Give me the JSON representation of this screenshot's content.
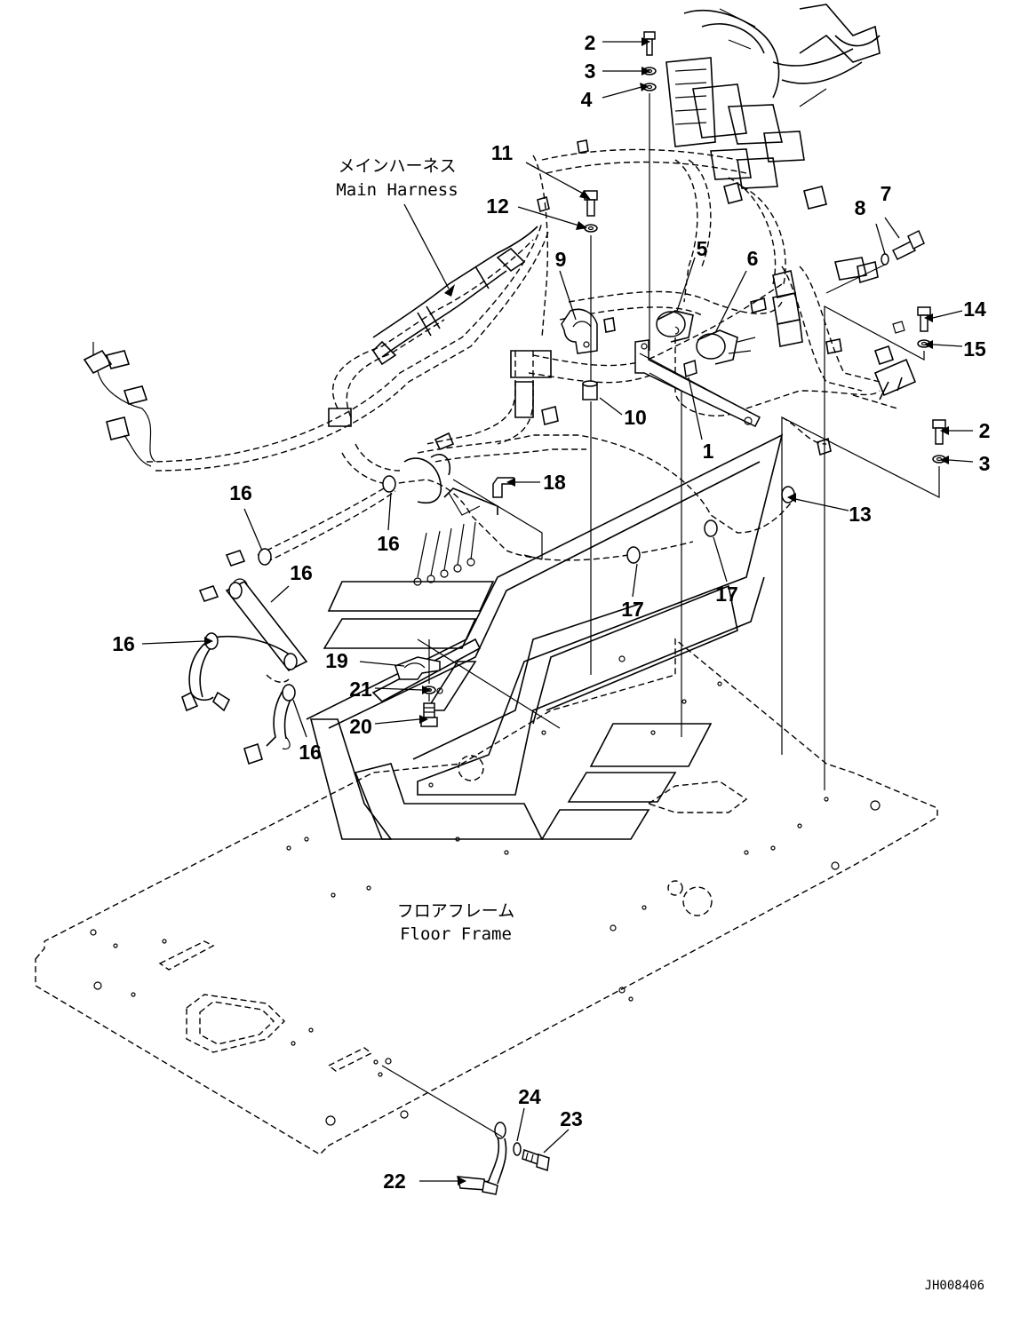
{
  "labels": {
    "main_harness_jp": "メインハーネス",
    "main_harness_en": "Main Harness",
    "floor_frame_jp": "フロアフレーム",
    "floor_frame_en": "Floor Frame"
  },
  "drawing_code": "JH008406",
  "callouts": [
    {
      "id": "c2a",
      "text": "2"
    },
    {
      "id": "c3a",
      "text": "3"
    },
    {
      "id": "c4",
      "text": "4"
    },
    {
      "id": "c11",
      "text": "11"
    },
    {
      "id": "c12",
      "text": "12"
    },
    {
      "id": "c9",
      "text": "9"
    },
    {
      "id": "c5",
      "text": "5"
    },
    {
      "id": "c6",
      "text": "6"
    },
    {
      "id": "c8",
      "text": "8"
    },
    {
      "id": "c7",
      "text": "7"
    },
    {
      "id": "c14",
      "text": "14"
    },
    {
      "id": "c15",
      "text": "15"
    },
    {
      "id": "c10",
      "text": "10"
    },
    {
      "id": "c1",
      "text": "1"
    },
    {
      "id": "c2b",
      "text": "2"
    },
    {
      "id": "c3b",
      "text": "3"
    },
    {
      "id": "c18",
      "text": "18"
    },
    {
      "id": "c13",
      "text": "13"
    },
    {
      "id": "c16a",
      "text": "16"
    },
    {
      "id": "c16b",
      "text": "16"
    },
    {
      "id": "c16c",
      "text": "16"
    },
    {
      "id": "c16d",
      "text": "16"
    },
    {
      "id": "c16e",
      "text": "16"
    },
    {
      "id": "c17a",
      "text": "17"
    },
    {
      "id": "c17b",
      "text": "17"
    },
    {
      "id": "c19",
      "text": "19"
    },
    {
      "id": "c21",
      "text": "21"
    },
    {
      "id": "c20",
      "text": "20"
    },
    {
      "id": "c24",
      "text": "24"
    },
    {
      "id": "c23",
      "text": "23"
    },
    {
      "id": "c22",
      "text": "22"
    }
  ]
}
